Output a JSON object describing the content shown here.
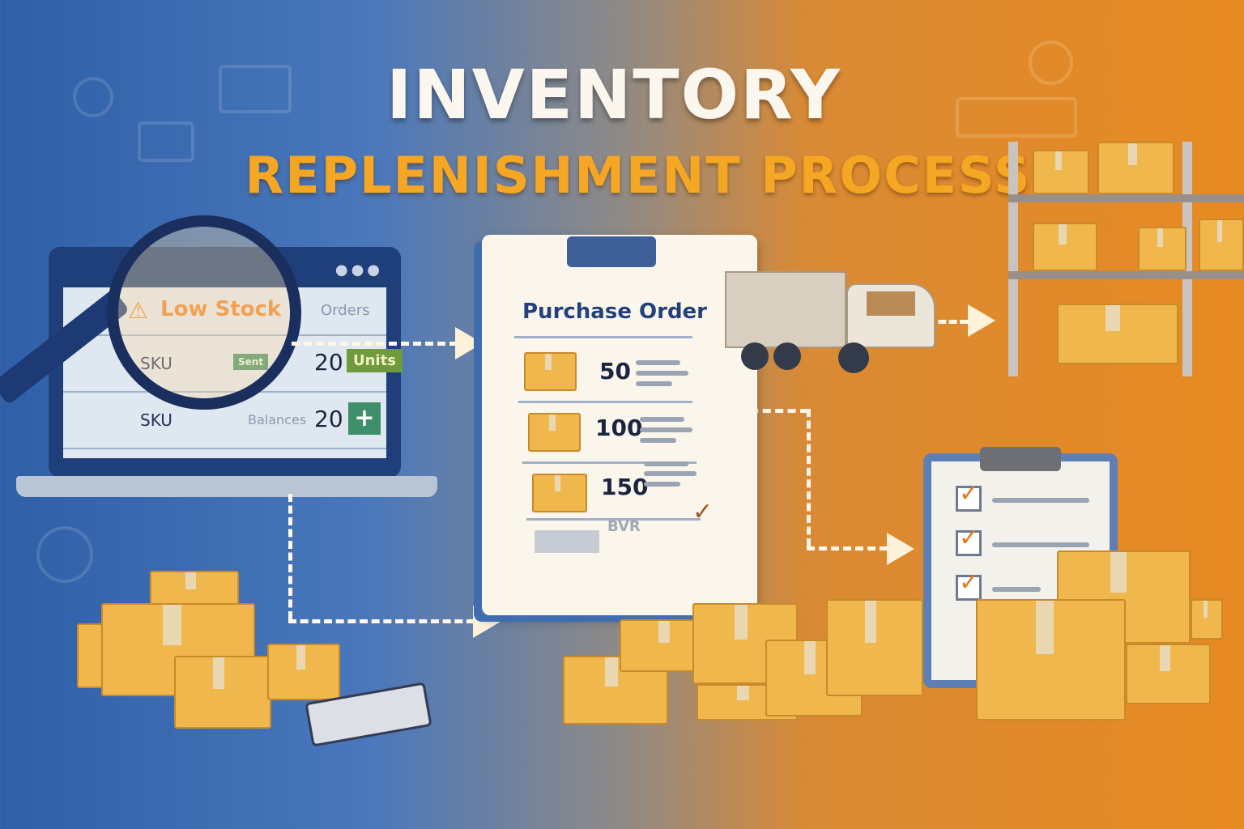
{
  "title": {
    "line1": "INVENTORY",
    "line2": "REPLENISHMENT PROCESS"
  },
  "laptop": {
    "alert_label": "Low Stock",
    "orders_label": "Orders",
    "rows": [
      {
        "sku": "SKU",
        "tag": "Sent",
        "qty": "20",
        "unit_badge": "Units"
      },
      {
        "sku": "SKU",
        "tag": "Balances",
        "qty": "20",
        "action": "+"
      }
    ]
  },
  "purchase_order": {
    "heading": "Purchase Order",
    "items": [
      {
        "qty": "50"
      },
      {
        "qty": "100"
      },
      {
        "qty": "150"
      }
    ],
    "footer_code": "BVR"
  },
  "checklist": {
    "items_checked": 3
  },
  "colors": {
    "left_bg": "#2f5fa8",
    "right_bg": "#e88a22",
    "title": "#fbf6ee",
    "subtitle": "#f5a623",
    "alert": "#e8822a",
    "badge": "#6f9a3e",
    "plus": "#3f8f6a"
  }
}
